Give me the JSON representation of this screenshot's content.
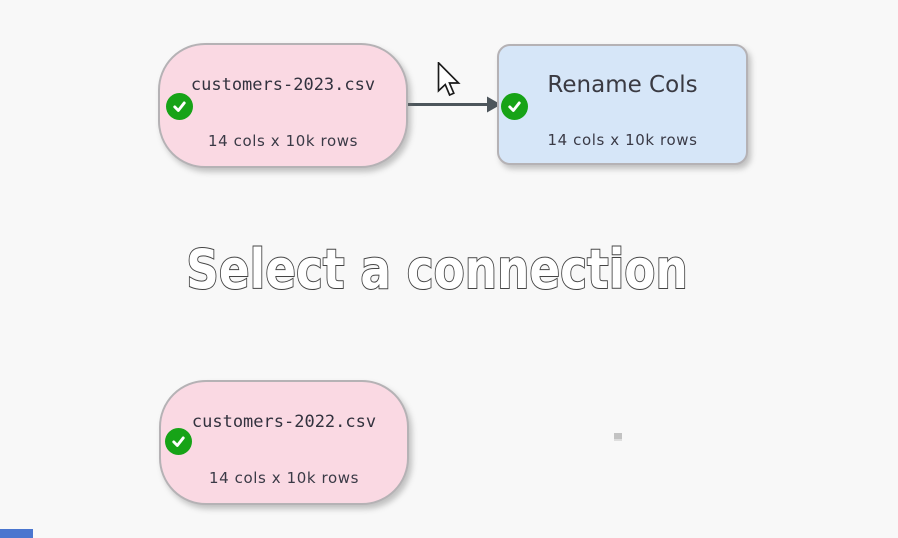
{
  "canvas": {
    "hint_text": "Select a connection",
    "background": "#f8f8f8"
  },
  "nodes": [
    {
      "title": "customers-2023.csv",
      "subtitle": "14 cols x 10k rows",
      "kind": "input-file",
      "status": "ok"
    },
    {
      "title": "Rename Cols",
      "subtitle": "14 cols x 10k rows",
      "kind": "transform",
      "status": "ok"
    },
    {
      "title": "customers-2022.csv",
      "subtitle": "14 cols x 10k rows",
      "kind": "input-file",
      "status": "ok"
    }
  ],
  "icons": {
    "status_ok": "check-circle",
    "pointer": "mouse-arrow-cursor"
  },
  "colors": {
    "input_node_fill": "#fad9e3",
    "transform_node_fill": "#d6e6f8",
    "node_border": "#b5b2b5",
    "status_ok_green": "#17a317",
    "connection_arrow": "#4d565c",
    "hint_fill": "#ffffff",
    "hint_outline": "#474747"
  }
}
